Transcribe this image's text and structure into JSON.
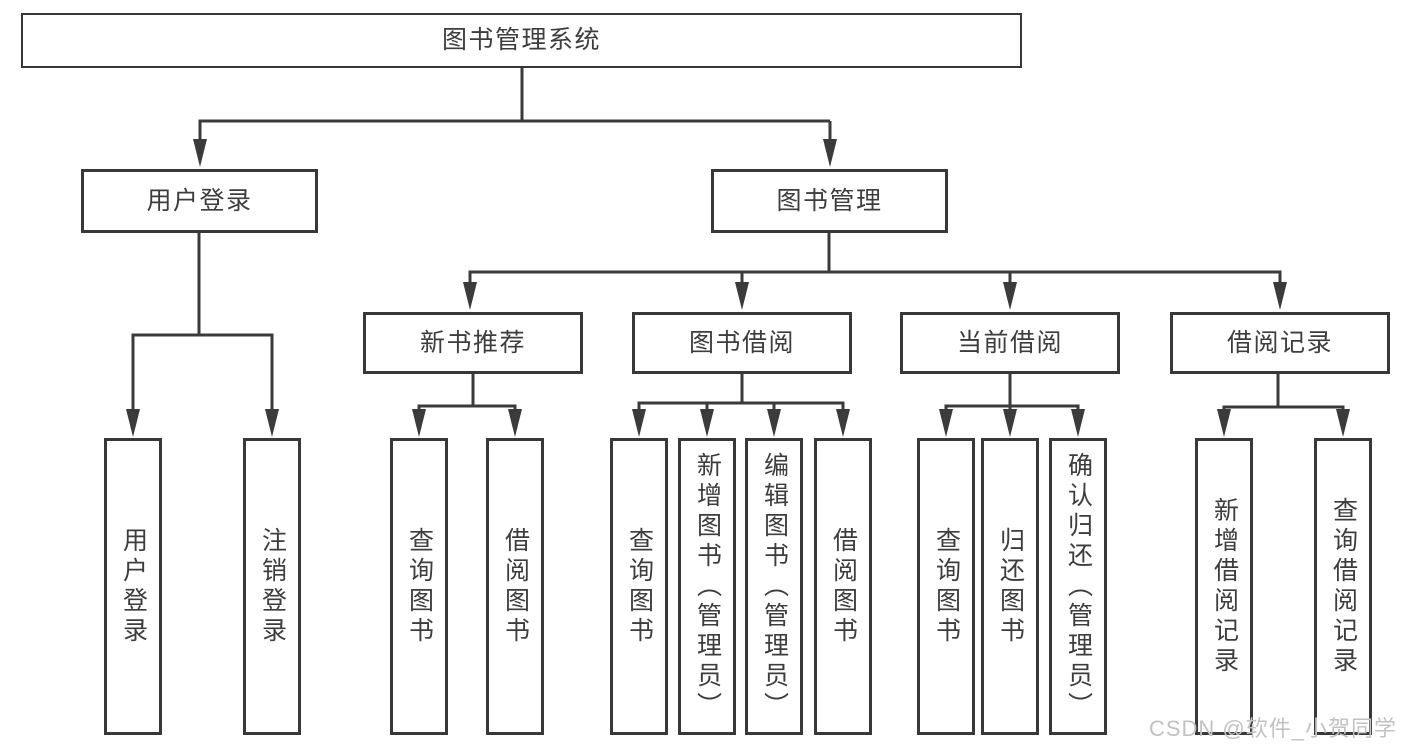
{
  "page": {
    "background": "#ffffff"
  },
  "colors": {
    "line": "#3b3b3b",
    "box_border": "#383838",
    "text": "#3d3d3d",
    "watermark": "#c2c2c2"
  },
  "tree": {
    "root": {
      "label": "图书管理系统"
    },
    "branches": [
      {
        "label": "用户登录",
        "children": [
          {
            "label": "用户登录"
          },
          {
            "label": "注销登录"
          }
        ]
      },
      {
        "label": "图书管理",
        "children": [
          {
            "label": "新书推荐",
            "children": [
              {
                "label": "查询图书"
              },
              {
                "label": "借阅图书"
              }
            ]
          },
          {
            "label": "图书借阅",
            "children": [
              {
                "label": "查询图书"
              },
              {
                "label": "新增图书（管理员）"
              },
              {
                "label": "编辑图书（管理员）"
              },
              {
                "label": "借阅图书"
              }
            ]
          },
          {
            "label": "当前借阅",
            "children": [
              {
                "label": "查询图书"
              },
              {
                "label": "归还图书"
              },
              {
                "label": "确认归还（管理员）"
              }
            ]
          },
          {
            "label": "借阅记录",
            "children": [
              {
                "label": "新增借阅记录"
              },
              {
                "label": "查询借阅记录"
              }
            ]
          }
        ]
      }
    ]
  },
  "watermark": {
    "text": "CSDN @软件_小贺同学"
  }
}
